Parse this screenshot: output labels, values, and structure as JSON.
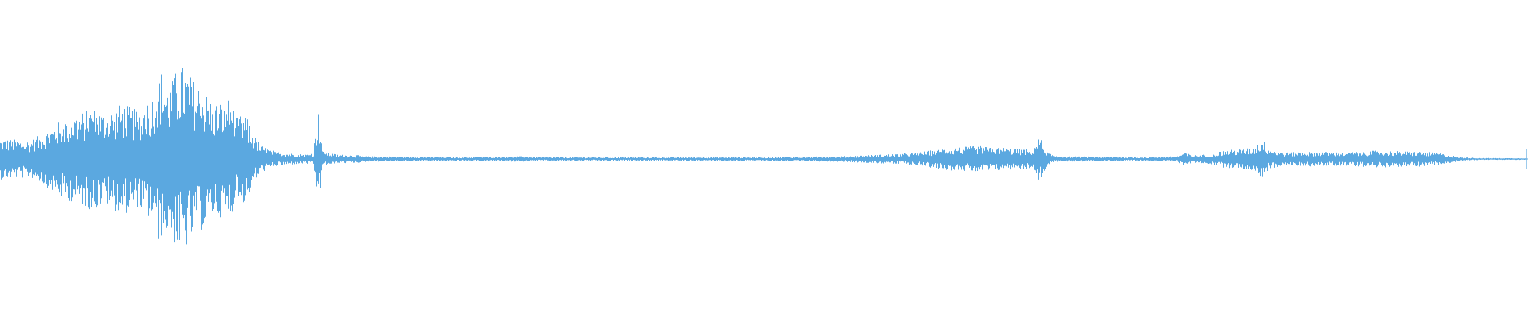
{
  "waveform": {
    "color": "#5ba8e0",
    "background": "#ffffff",
    "amplitude_max": 1.0,
    "envelope": [
      [
        0.0,
        0.22
      ],
      [
        0.02,
        0.2
      ],
      [
        0.03,
        0.3
      ],
      [
        0.04,
        0.42
      ],
      [
        0.05,
        0.48
      ],
      [
        0.06,
        0.55
      ],
      [
        0.07,
        0.5
      ],
      [
        0.08,
        0.6
      ],
      [
        0.09,
        0.52
      ],
      [
        0.1,
        0.7
      ],
      [
        0.105,
        0.96
      ],
      [
        0.11,
        0.75
      ],
      [
        0.115,
        0.95
      ],
      [
        0.12,
        1.0
      ],
      [
        0.125,
        0.88
      ],
      [
        0.13,
        0.8
      ],
      [
        0.14,
        0.6
      ],
      [
        0.15,
        0.65
      ],
      [
        0.155,
        0.45
      ],
      [
        0.16,
        0.48
      ],
      [
        0.165,
        0.3
      ],
      [
        0.17,
        0.15
      ],
      [
        0.18,
        0.08
      ],
      [
        0.19,
        0.06
      ],
      [
        0.2,
        0.05
      ],
      [
        0.205,
        0.07
      ],
      [
        0.208,
        0.55
      ],
      [
        0.211,
        0.08
      ],
      [
        0.22,
        0.05
      ],
      [
        0.235,
        0.04
      ],
      [
        0.24,
        0.03
      ],
      [
        0.3,
        0.02
      ],
      [
        0.345,
        0.03
      ],
      [
        0.35,
        0.02
      ],
      [
        0.5,
        0.02
      ],
      [
        0.55,
        0.03
      ],
      [
        0.58,
        0.05
      ],
      [
        0.6,
        0.07
      ],
      [
        0.62,
        0.12
      ],
      [
        0.64,
        0.14
      ],
      [
        0.66,
        0.12
      ],
      [
        0.675,
        0.1
      ],
      [
        0.68,
        0.25
      ],
      [
        0.685,
        0.08
      ],
      [
        0.69,
        0.03
      ],
      [
        0.75,
        0.02
      ],
      [
        0.77,
        0.03
      ],
      [
        0.775,
        0.07
      ],
      [
        0.78,
        0.04
      ],
      [
        0.79,
        0.05
      ],
      [
        0.8,
        0.09
      ],
      [
        0.82,
        0.12
      ],
      [
        0.826,
        0.22
      ],
      [
        0.83,
        0.11
      ],
      [
        0.84,
        0.07
      ],
      [
        0.86,
        0.08
      ],
      [
        0.88,
        0.07
      ],
      [
        0.9,
        0.09
      ],
      [
        0.93,
        0.08
      ],
      [
        0.945,
        0.06
      ],
      [
        0.955,
        0.02
      ],
      [
        0.97,
        0.01
      ],
      [
        1.0,
        0.01
      ]
    ]
  }
}
